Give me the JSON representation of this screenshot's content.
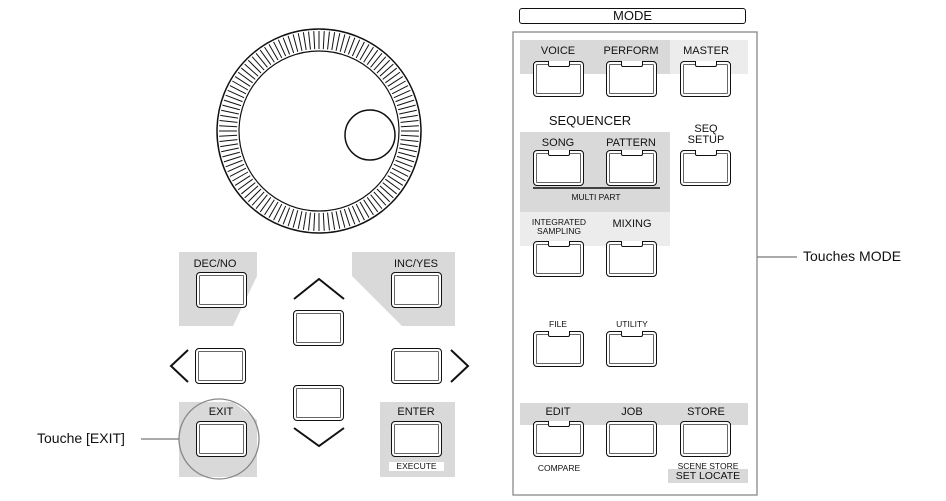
{
  "mode_header": "MODE",
  "mode_keys": {
    "voice": "VOICE",
    "perform": "PERFORM",
    "master": "MASTER",
    "sequencer": "SEQUENCER",
    "song": "SONG",
    "pattern": "PATTERN",
    "multi_part": "MULTI  PART",
    "seq_setup_1": "SEQ",
    "seq_setup_2": "SETUP",
    "integrated_1": "INTEGRATED",
    "integrated_2": "SAMPLING",
    "mixing": "MIXING",
    "file": "FILE",
    "utility": "UTILITY",
    "edit": "EDIT",
    "job": "JOB",
    "store": "STORE",
    "compare": "COMPARE",
    "scene_store": "SCENE STORE",
    "set_locate": "SET  LOCATE"
  },
  "nav_keys": {
    "dec_no": "DEC/NO",
    "inc_yes": "INC/YES",
    "exit": "EXIT",
    "enter": "ENTER",
    "execute": "EXECUTE"
  },
  "callouts": {
    "mode": "Touches MODE",
    "exit": "Touche [EXIT]"
  }
}
